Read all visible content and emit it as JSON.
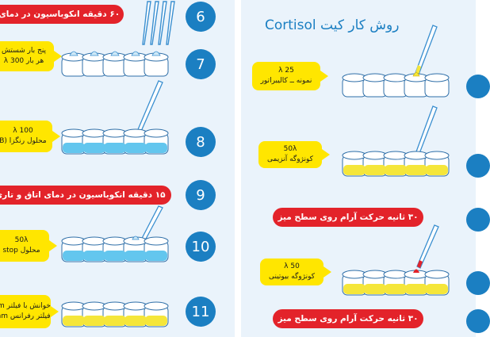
{
  "left_panel": {
    "steps": [
      {
        "number": "6",
        "red_bar": "۶۰ دقیقه انکوباسیون در دمای ا"
      },
      {
        "number": "7",
        "note_lines": [
          "پنج بار شستش",
          "هر بار λ 300"
        ]
      },
      {
        "number": "8",
        "note_lines": [
          "100 λ",
          "محلول رنگزا (B"
        ]
      },
      {
        "number": "9",
        "red_bar": "۱۵ دقیقه انکوباسیون در دمای اتاق و تاری"
      },
      {
        "number": "10",
        "note_lines": [
          "50λ",
          "محلول stop"
        ]
      },
      {
        "number": "11",
        "note_lines": [
          "خوانش با فیلتر nm",
          "فیلتر رفرانس mm"
        ]
      }
    ]
  },
  "right_panel": {
    "title": "روش کار کیت Cortisol",
    "notes": [
      {
        "lines": [
          "25 λ",
          "نمونه ــ کالیبراتور"
        ]
      },
      {
        "lines": [
          "50λ",
          "کونژوگه آنزیمی"
        ]
      },
      {
        "lines": [
          "50 λ",
          "کونژوگه بیوتینی"
        ]
      }
    ],
    "red_bars": [
      "۳۰ ثانیه حرکت آرام روی سطح میز",
      "۳۰ ثانیه حرکت آرام روی سطح میز"
    ]
  },
  "colors": {
    "accent_blue": "#1b7fc2",
    "red": "#e3232a",
    "note_yellow": "#ffe600",
    "well_blue": "#63c6ee",
    "well_yellow": "#f5e63a",
    "panel_bg": "#eaf3fb"
  }
}
